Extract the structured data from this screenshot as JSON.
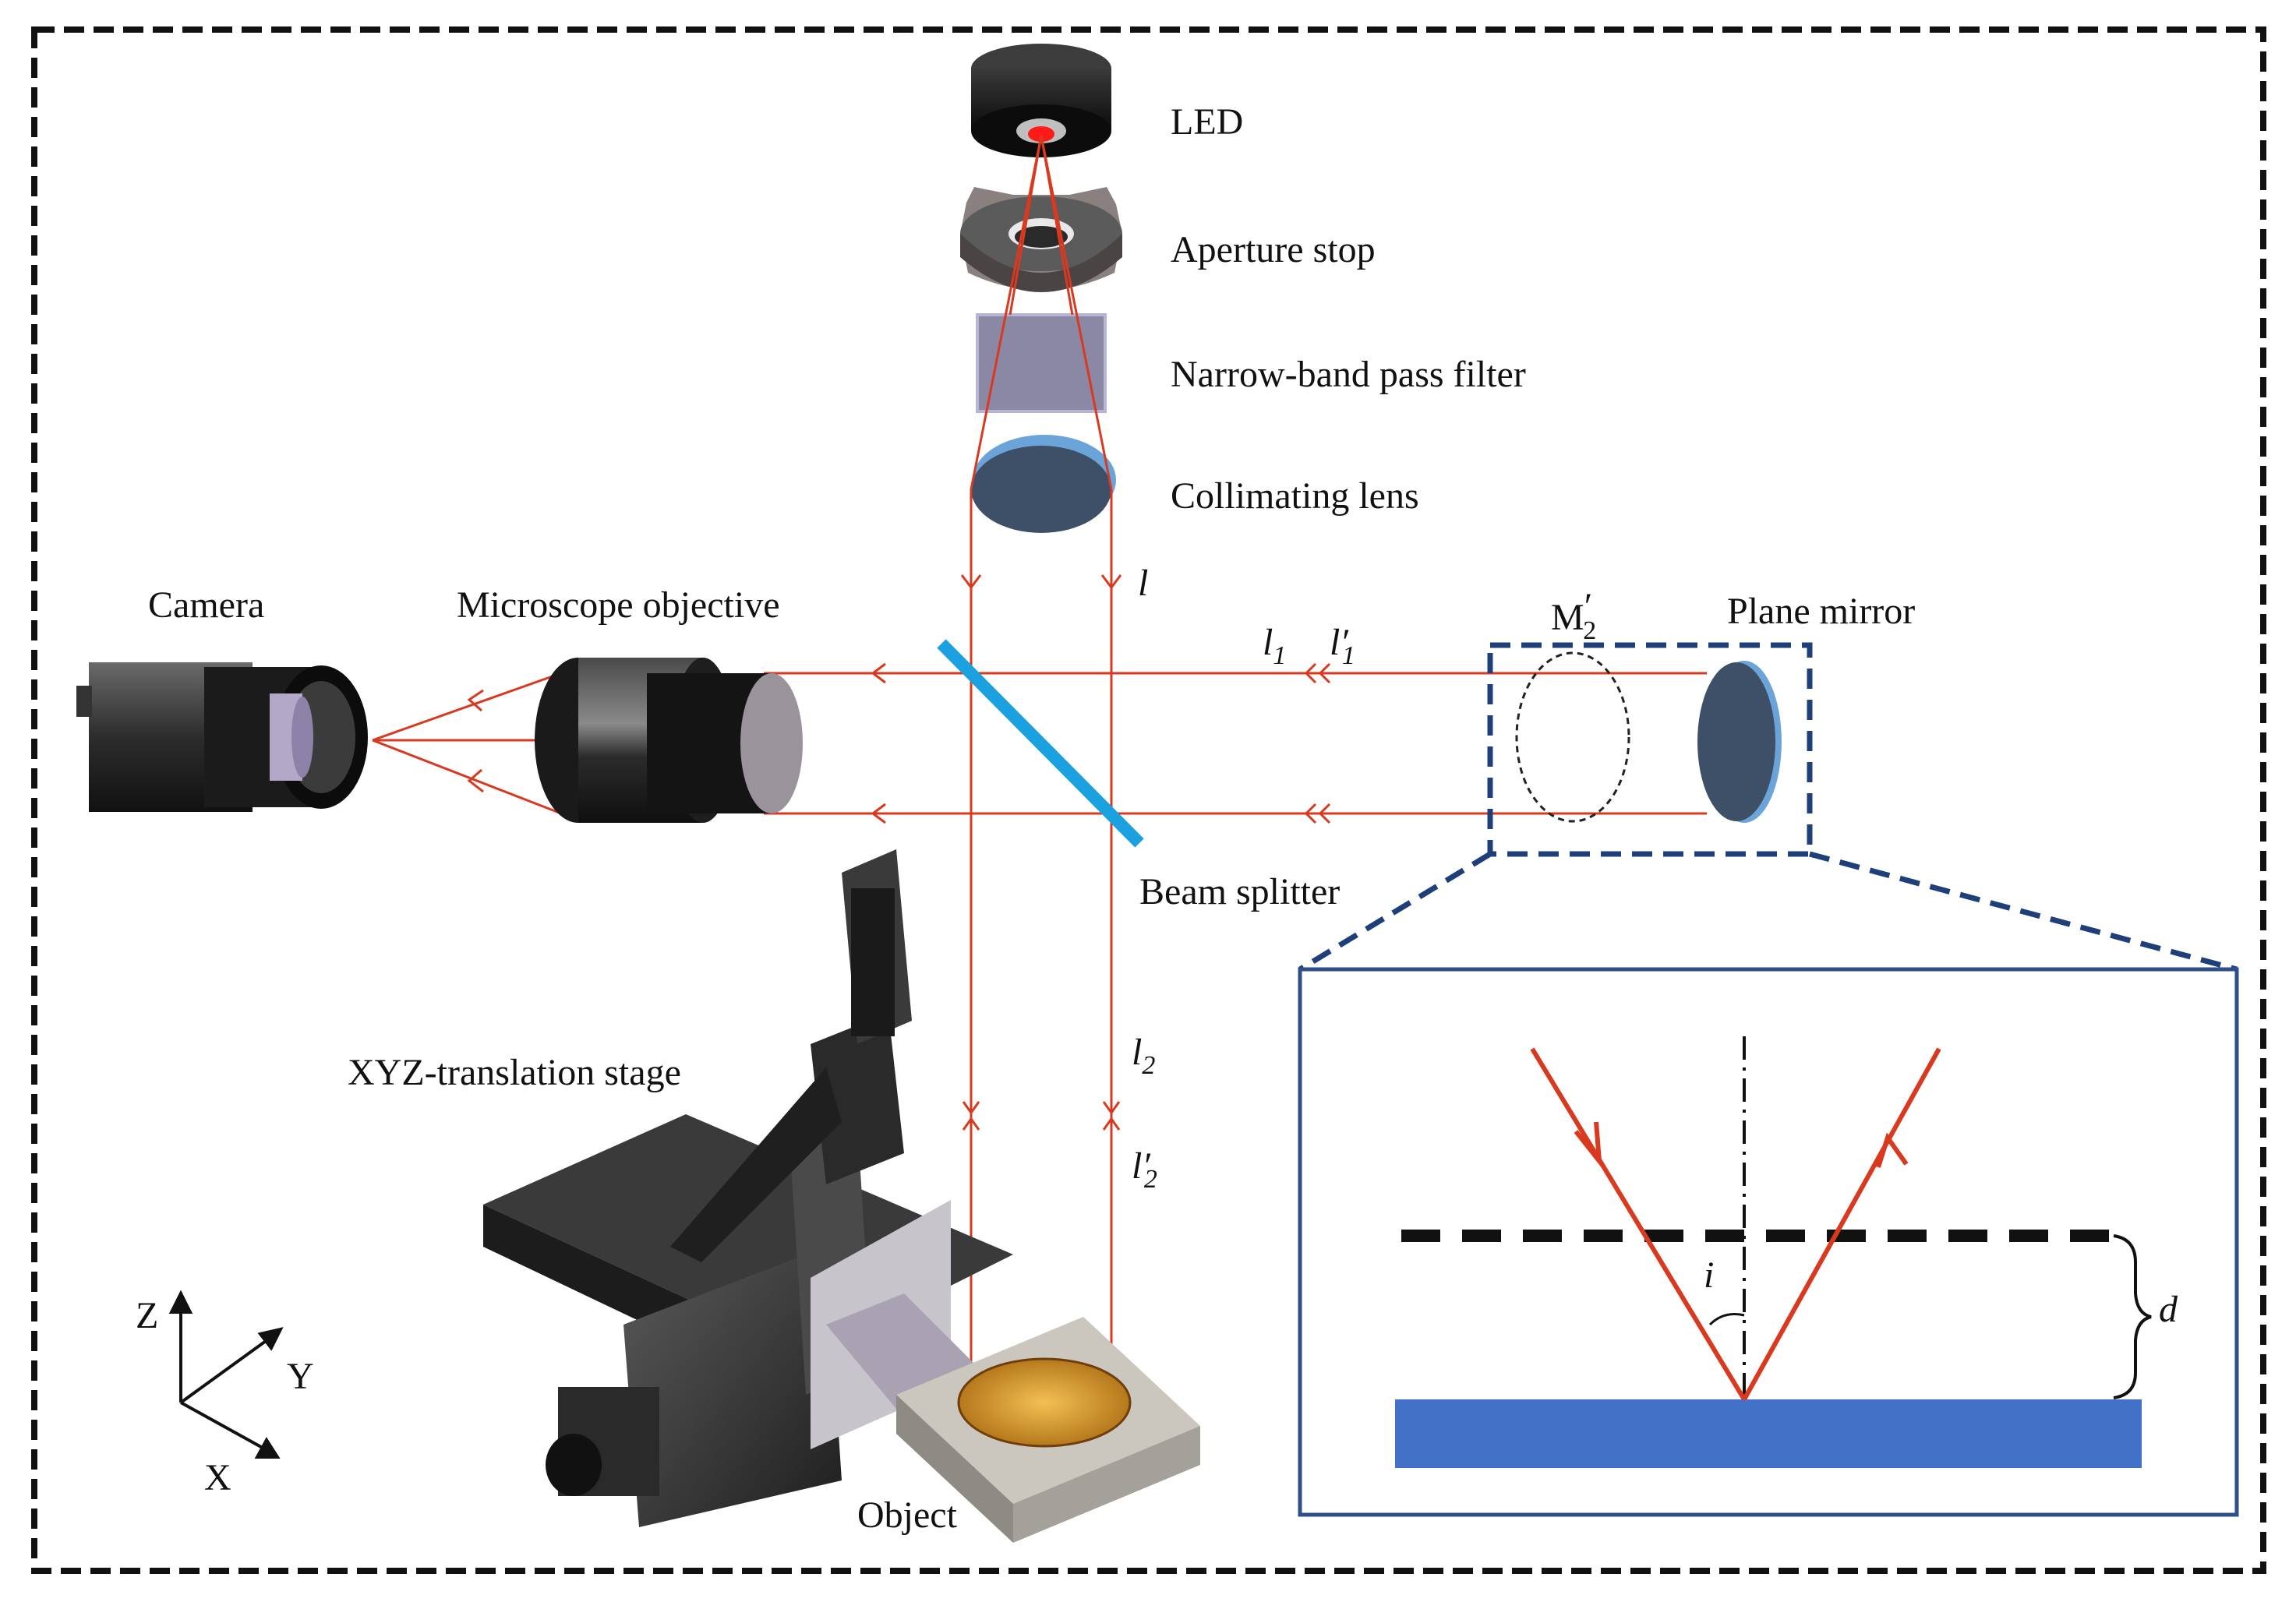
{
  "labels": {
    "led": "LED",
    "aperture": "Aperture stop",
    "filter": "Narrow-band pass filter",
    "lens": "Collimating lens",
    "camera": "Camera",
    "objective": "Microscope  objective",
    "mirror": "Plane mirror",
    "virtual_mirror": "M",
    "virtual_mirror_prime": "′",
    "virtual_mirror_sub": "2",
    "splitter": "Beam splitter",
    "stage": "XYZ-translation stage",
    "object": "Object"
  },
  "paths": {
    "l": "l",
    "l1": "l",
    "l1_sub": "1",
    "l1p": "l′",
    "l1p_sub": "1",
    "l2": "l",
    "l2_sub": "2",
    "l2p": "l′",
    "l2p_sub": "2"
  },
  "axes": {
    "z": "Z",
    "y": "Y",
    "x": "X"
  },
  "inset": {
    "angle": "i",
    "distance": "d"
  },
  "colors": {
    "ray": "#d9391f",
    "splitter": "#1ba1df",
    "frame_dash": "#1f3f7a",
    "inset_border": "#2e4e8c",
    "mirror_surface": "#4471c8",
    "lens": "#3e4f68"
  }
}
